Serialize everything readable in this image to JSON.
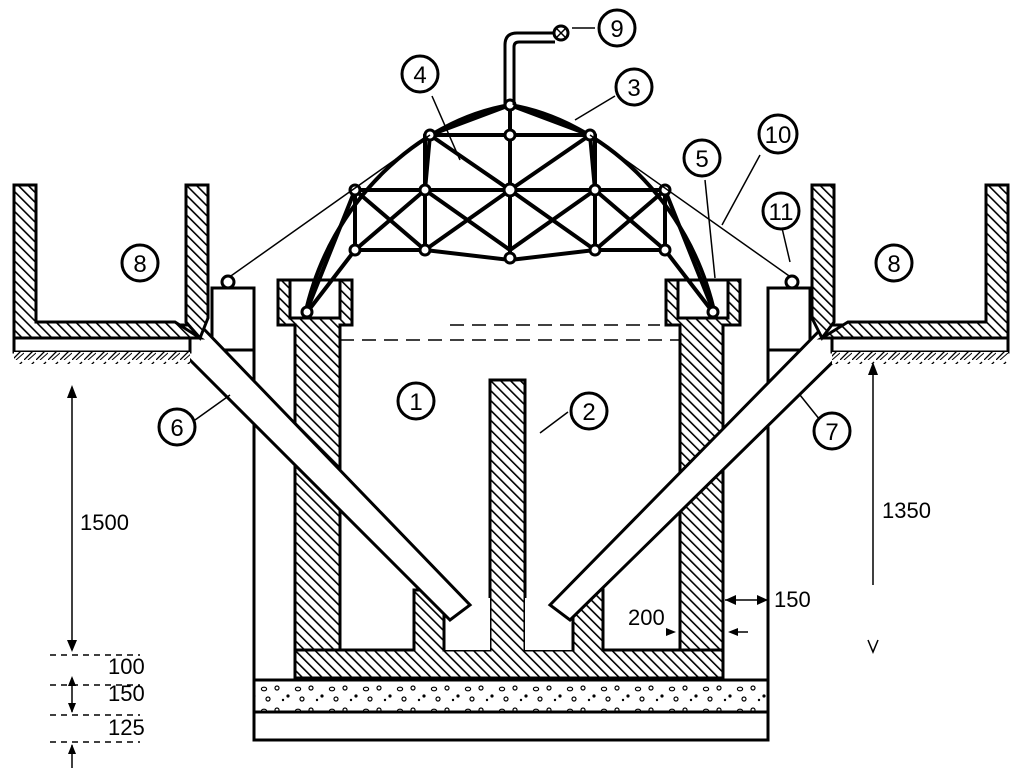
{
  "callouts": [
    {
      "id": "c1",
      "text": "1"
    },
    {
      "id": "c2",
      "text": "2"
    },
    {
      "id": "c3",
      "text": "3"
    },
    {
      "id": "c4",
      "text": "4"
    },
    {
      "id": "c5",
      "text": "5"
    },
    {
      "id": "c6",
      "text": "6"
    },
    {
      "id": "c7",
      "text": "7"
    },
    {
      "id": "c8a",
      "text": "8"
    },
    {
      "id": "c8b",
      "text": "8"
    },
    {
      "id": "c9",
      "text": "9"
    },
    {
      "id": "c10",
      "text": "10"
    },
    {
      "id": "c11",
      "text": "11"
    }
  ],
  "dimensions": {
    "d1500": "1500",
    "d1350": "1350",
    "d100": "100",
    "d150a": "150",
    "d125": "125",
    "d200": "200",
    "d150b": "150"
  }
}
